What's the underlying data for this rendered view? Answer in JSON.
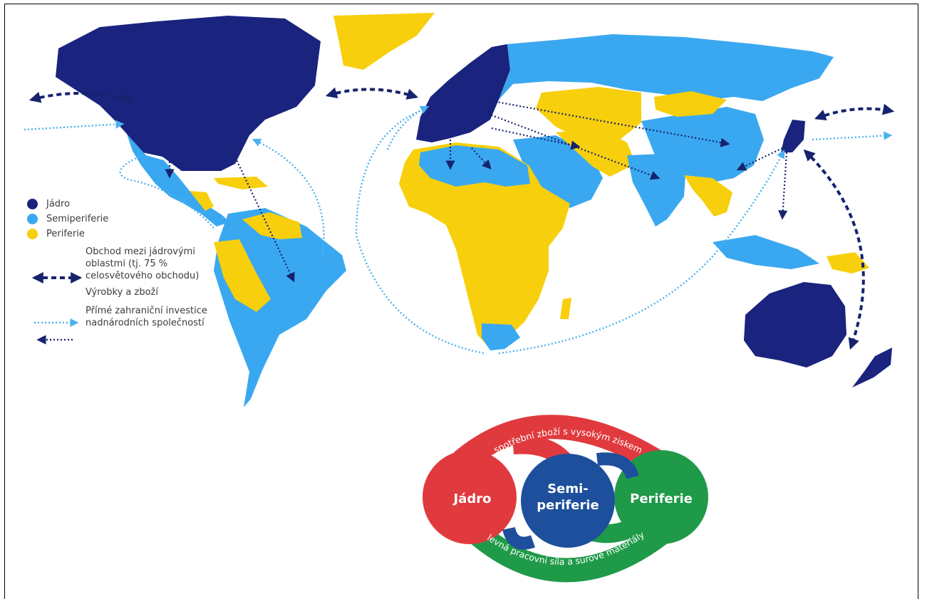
{
  "legend": {
    "core": "Jádro",
    "semi": "Semiperiferie",
    "periph": "Periferie",
    "trade": "Obchod mezi jádrovými oblastmi (tj. 75 % celosvětového obchodu)",
    "goods": "Výrobky a zboží",
    "fdi": "Přímé zahraniční investice nadnárodních společností"
  },
  "diagram": {
    "core": "Jádro",
    "semi_line1": "Semi-",
    "semi_line2": "periferie",
    "periph": "Periferie",
    "top_arc": "spotřební zboží s vysokým ziskem",
    "bottom_arc": "levná pracovní síla a surové materiály"
  },
  "colors": {
    "core": "#1a237e",
    "semi": "#3aa8f0",
    "periph": "#f7cf0c",
    "diag_red": "#e03a3e",
    "diag_blue": "#1e4f9c",
    "diag_green": "#1f9a48"
  }
}
